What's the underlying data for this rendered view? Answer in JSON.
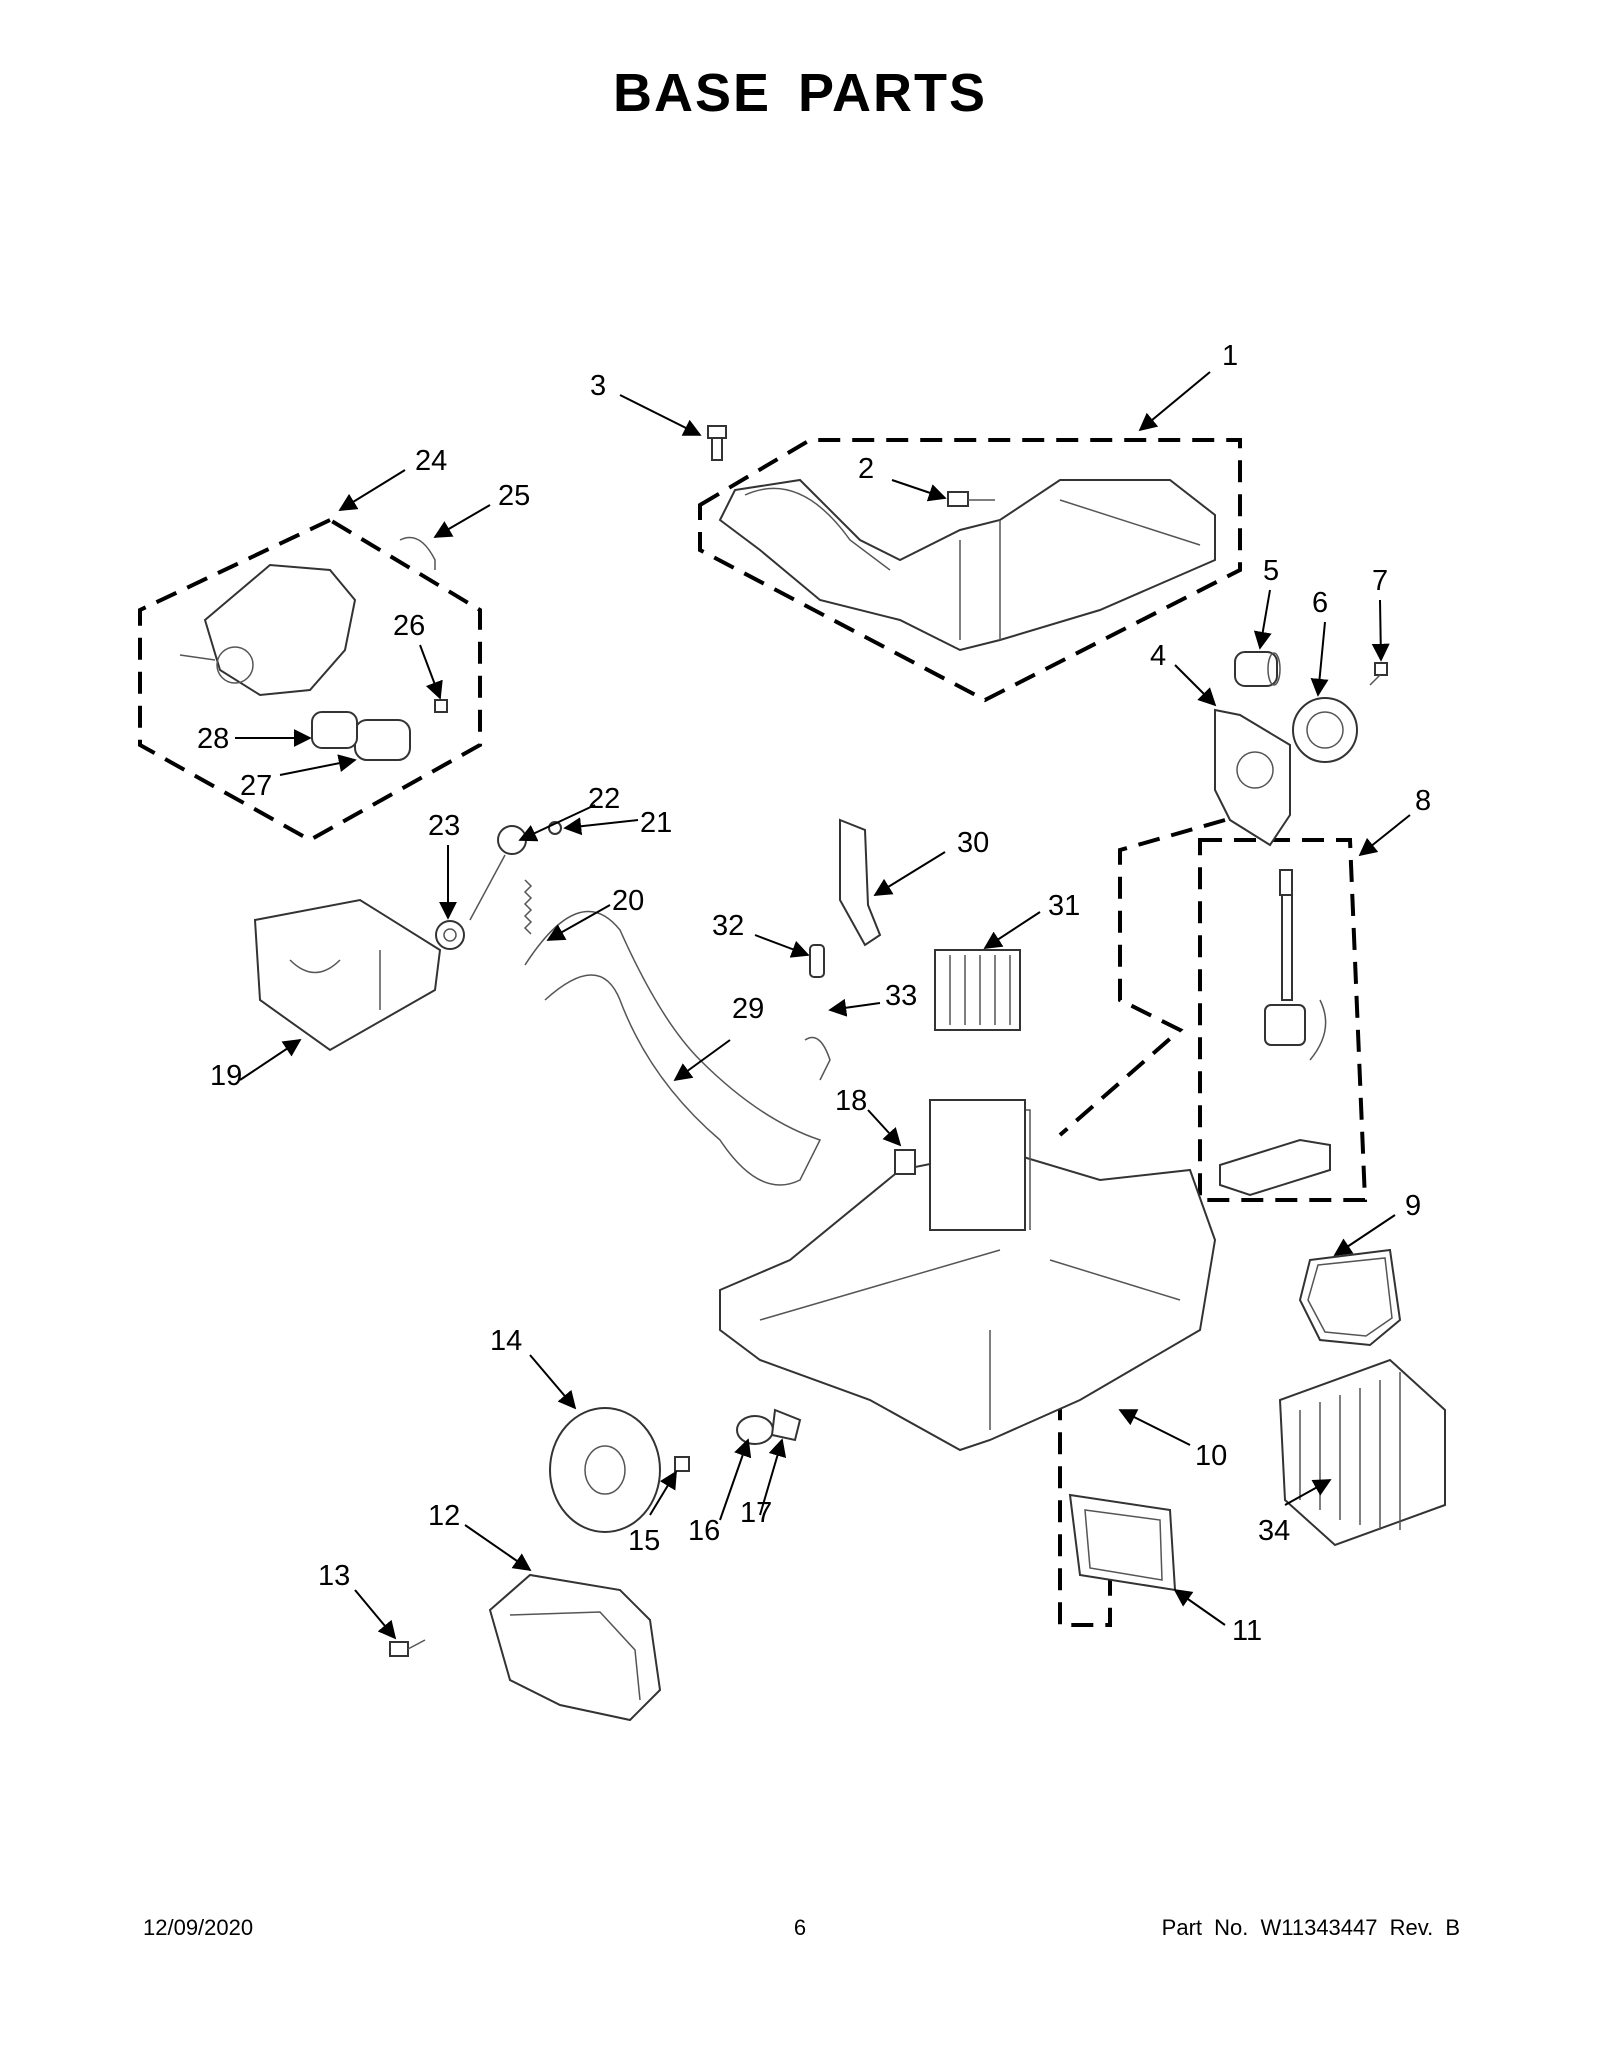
{
  "page": {
    "title": "BASE PARTS",
    "footer": {
      "date": "12/09/2020",
      "page_number": "6",
      "part_number": "Part No. W11343447 Rev. B"
    }
  },
  "diagram": {
    "callouts": [
      "1",
      "2",
      "3",
      "4",
      "5",
      "6",
      "7",
      "8",
      "9",
      "10",
      "11",
      "12",
      "13",
      "14",
      "15",
      "16",
      "17",
      "18",
      "19",
      "20",
      "21",
      "22",
      "23",
      "24",
      "25",
      "26",
      "27",
      "28",
      "29",
      "30",
      "31",
      "32",
      "33",
      "34"
    ]
  }
}
